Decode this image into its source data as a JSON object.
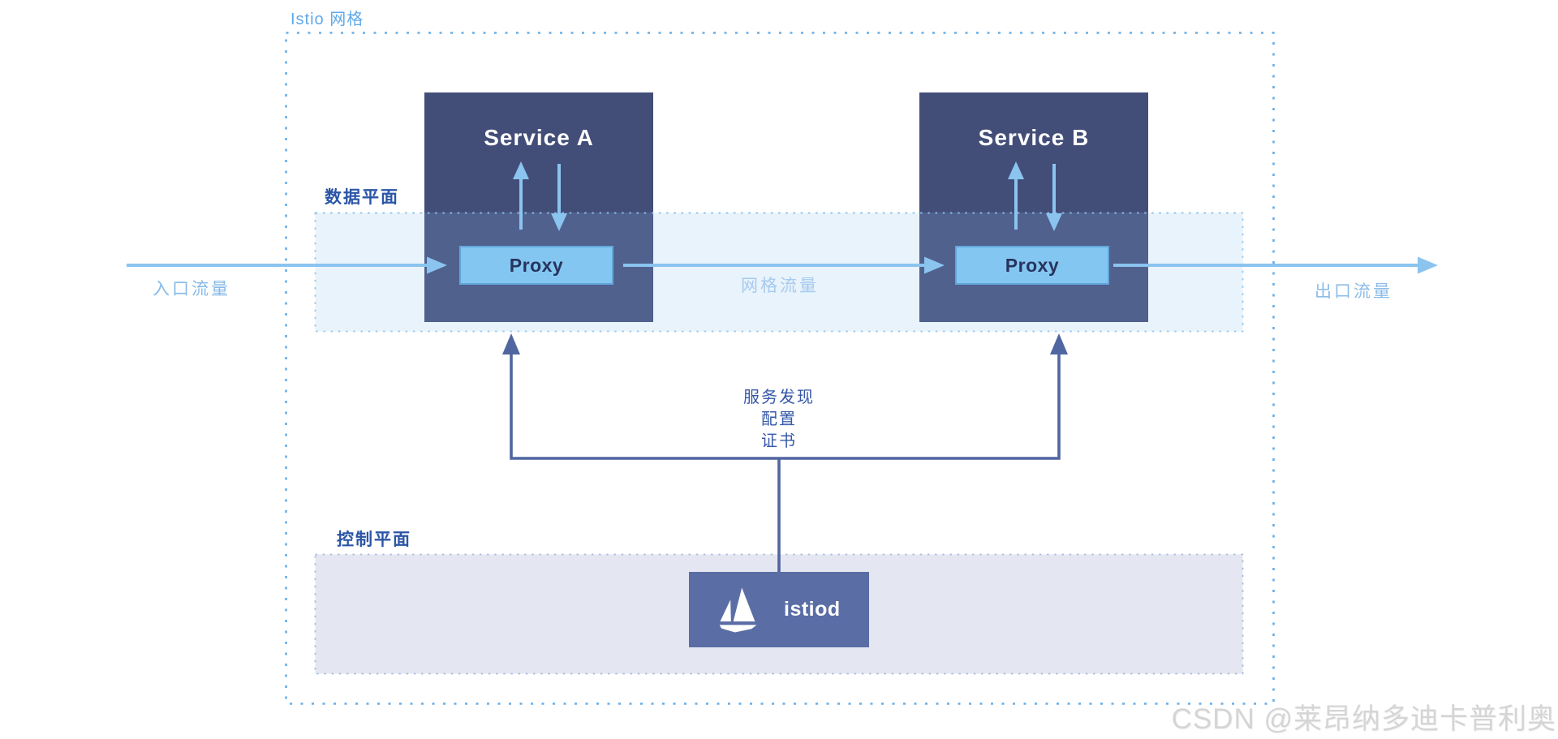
{
  "diagram_title": "Istio 网格",
  "planes": {
    "data_plane_label": "数据平面",
    "control_plane_label": "控制平面"
  },
  "services": [
    {
      "name": "Service A",
      "proxy_label": "Proxy"
    },
    {
      "name": "Service B",
      "proxy_label": "Proxy"
    }
  ],
  "istiod": {
    "label": "istiod"
  },
  "traffic": {
    "ingress_label": "入口流量",
    "mesh_label": "网格流量",
    "egress_label": "出口流量"
  },
  "control_links": [
    "服务发现",
    "配置",
    "证书"
  ],
  "watermark": "CSDN @莱昂纳多迪卡普利奥",
  "colors": {
    "mesh_border": "#66AEE9",
    "mesh_title_text": "#5FA9E8",
    "service_box_top": "#434E78",
    "service_box_overlap": "#50618E",
    "proxy_fill": "#84C6F2",
    "proxy_text": "#27345E",
    "data_plane_fill": "#E9F3FB",
    "data_plane_border": "#92C7F0",
    "control_plane_fill": "#E4E7F1",
    "control_plane_border": "#A5BBDC",
    "light_arrow": "#8AC4EF",
    "dark_line": "#5066A0",
    "istiod_fill": "#5A6DA5",
    "plane_label_text": "#2B55A6",
    "control_links_text": "#3558A8",
    "watermark_text": "#D5D5D5"
  }
}
